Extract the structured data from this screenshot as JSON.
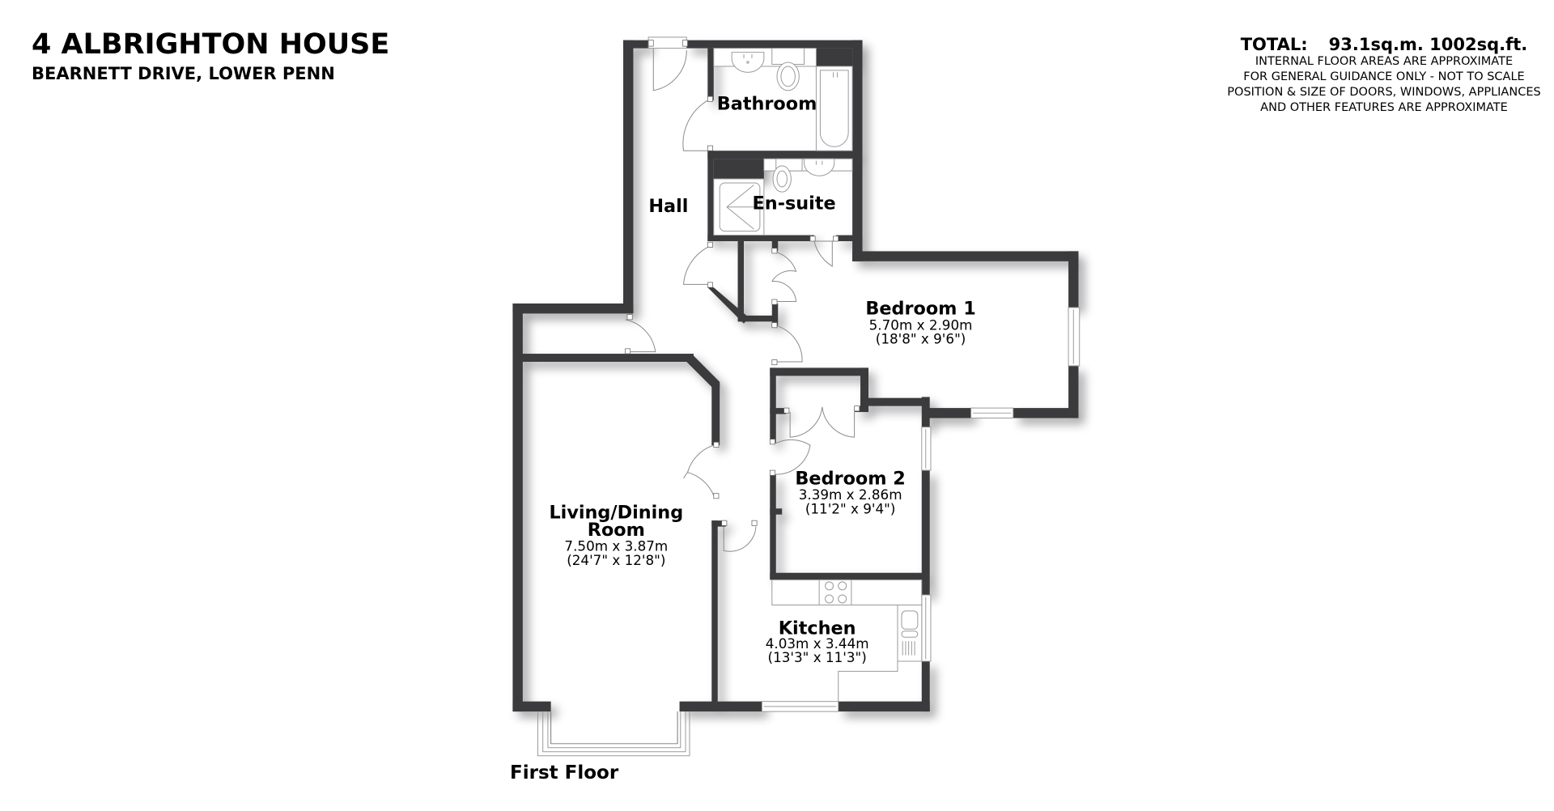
{
  "header": {
    "title": "4 ALBRIGHTON HOUSE",
    "subtitle": "BEARNETT DRIVE, LOWER PENN"
  },
  "summary": {
    "total_label": "TOTAL:",
    "total_sqm": "93.1sq.m.",
    "total_sqft": "1002sq.ft.",
    "notes": [
      "INTERNAL FLOOR AREAS ARE APPROXIMATE",
      "FOR GENERAL GUIDANCE ONLY - NOT TO SCALE",
      "POSITION & SIZE OF DOORS, WINDOWS, APPLIANCES",
      "AND OTHER FEATURES ARE APPROXIMATE"
    ]
  },
  "floor_label": "First Floor",
  "rooms": {
    "bathroom": {
      "name": "Bathroom"
    },
    "ensuite": {
      "name": "En-suite"
    },
    "hall": {
      "name": "Hall"
    },
    "bedroom1": {
      "name": "Bedroom 1",
      "metric": "5.70m x 2.90m",
      "imperial": "(18'8\" x 9'6\")"
    },
    "bedroom2": {
      "name": "Bedroom 2",
      "metric": "3.39m x 2.86m",
      "imperial": "(11'2\" x 9'4\")"
    },
    "living": {
      "name_line1": "Living/Dining",
      "name_line2": "Room",
      "metric": "7.50m x 3.87m",
      "imperial": "(24'7\" x 12'8\")"
    },
    "kitchen": {
      "name": "Kitchen",
      "metric": "4.03m x 3.44m",
      "imperial": "(13'3\" x 11'3\")"
    }
  },
  "colors": {
    "wall": "#3a3a3c",
    "fixture_line": "#9a9a9a",
    "background": "#ffffff",
    "text": "#000000"
  }
}
